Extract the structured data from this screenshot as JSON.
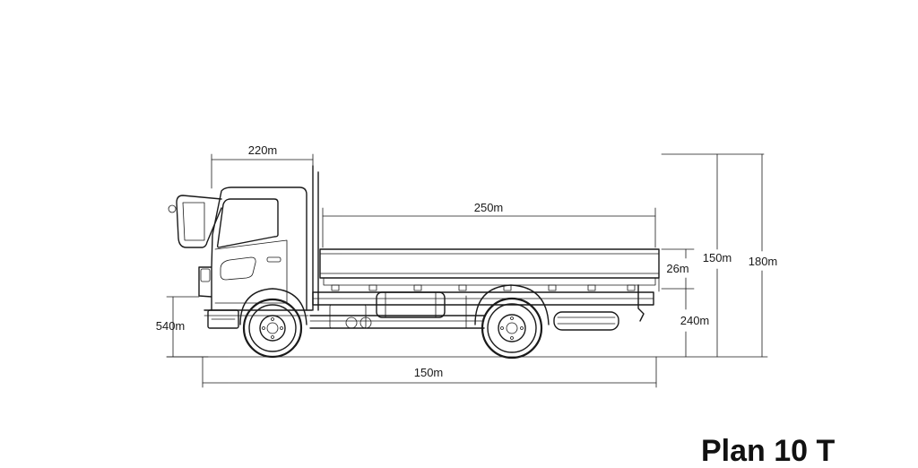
{
  "dimensions": {
    "cab_width": "220m",
    "bed_length": "250m",
    "side_height": "26m",
    "height_a": "150m",
    "height_b": "180m",
    "front_overhang": "540m",
    "deck_height": "240m",
    "overall_length": "150m"
  },
  "caption": "Plan 10 T"
}
